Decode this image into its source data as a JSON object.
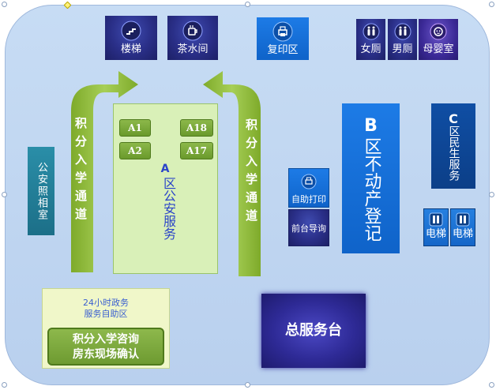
{
  "top_row": [
    {
      "id": "stairs",
      "label": "楼梯",
      "icon": "stairs-icon"
    },
    {
      "id": "tea",
      "label": "茶水间",
      "icon": "coffee-cup-icon"
    },
    {
      "id": "copy",
      "label": "复印区",
      "icon": "printer-icon"
    },
    {
      "id": "female",
      "label": "女厕",
      "icon": "female-toilet-icon"
    },
    {
      "id": "male",
      "label": "男厕",
      "icon": "male-toilet-icon"
    },
    {
      "id": "baby",
      "label": "母婴室",
      "icon": "baby-icon"
    }
  ],
  "police_photo": "公安照相室",
  "left_channel": "积分入学通道",
  "right_channel": "积分入学通道",
  "zone_a": {
    "letter": "A",
    "text": "区公安服务",
    "counters": [
      "A1",
      "A18",
      "A2",
      "A17"
    ]
  },
  "self_print": {
    "label": "自助打印",
    "icon": "printer-icon"
  },
  "front_desk": "前台导询",
  "zone_b": {
    "letter": "B",
    "text": "区不动产登记"
  },
  "zone_c": {
    "letter": "C",
    "text": "区民生服务"
  },
  "elevators": [
    {
      "label": "电梯",
      "icon": "elevator-icon"
    },
    {
      "label": "电梯",
      "icon": "elevator-icon"
    }
  ],
  "self_service_24h": {
    "title_line1": "24小时政务",
    "title_line2": "服务自助区",
    "inner_line1": "积分入学咨询",
    "inner_line2": "房东现场确认"
  },
  "main_desk": "总服务台"
}
